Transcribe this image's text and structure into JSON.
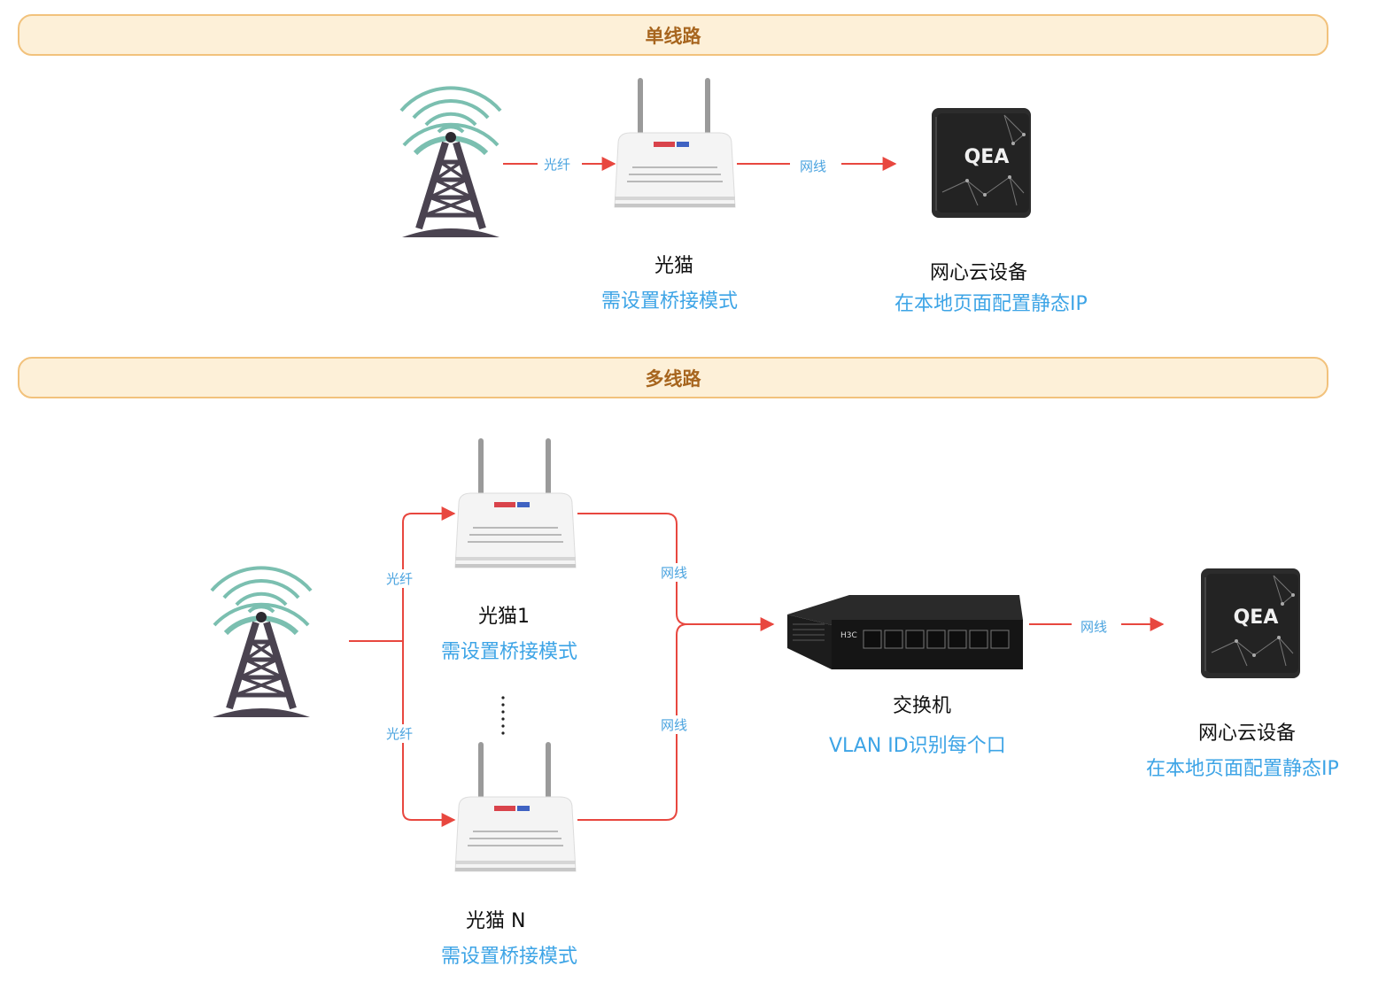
{
  "single": {
    "banner": "单线路",
    "link_fiber": "光纤",
    "link_cable": "网线",
    "modem_name": "光猫",
    "modem_note": "需设置桥接模式",
    "device_name": "网心云设备",
    "device_note": "在本地页面配置静态IP"
  },
  "multi": {
    "banner": "多线路",
    "fiber_top": "光纤",
    "fiber_bottom": "光纤",
    "cable_top": "网线",
    "cable_bottom": "网线",
    "cable_device": "网线",
    "modem1_name": "光猫1",
    "modem1_note": "需设置桥接模式",
    "modemN_name": "光猫 N",
    "modemN_note": "需设置桥接模式",
    "switch_name": "交换机",
    "switch_note": "VLAN ID识别每个口",
    "device_name": "网心云设备",
    "device_note": "在本地页面配置静态IP"
  },
  "icons": {
    "tower": "radio-tower-icon",
    "modem": "optical-modem-icon",
    "switch": "network-switch-icon",
    "box": "cloud-device-icon"
  },
  "colors": {
    "banner_fill": "#fdf0d8",
    "banner_border": "#f2c27c",
    "banner_text": "#a7651e",
    "line": "#e8473f",
    "note": "#3da4e6",
    "signal": "#7bbfb0"
  }
}
